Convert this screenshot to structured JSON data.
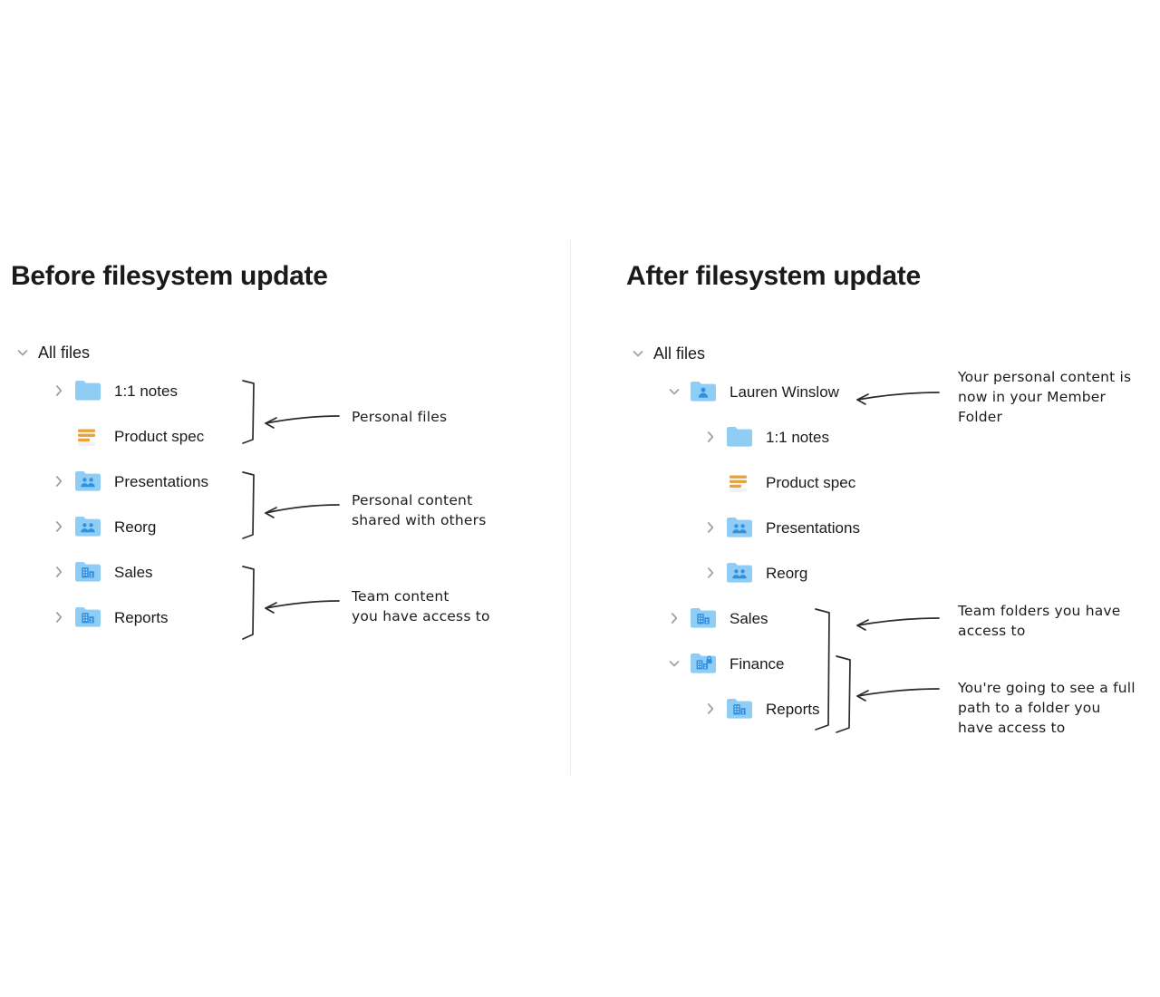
{
  "divider": {
    "color": "#eeeeee"
  },
  "colors": {
    "folder_blue": "#8fcdf4",
    "folder_glyph": "#2f8fe0",
    "paper_orange": "#e8a33d",
    "chevron_gray": "#9aa0a6",
    "text_dark": "#1a1a1a",
    "title_dark": "#1a1a1a",
    "annotation_ink": "#1c1c1c"
  },
  "before": {
    "title": "Before filesystem update",
    "tree": {
      "root_label": "All files",
      "root_state": "expanded",
      "items": [
        {
          "label": "1:1 notes",
          "icon": "folder-plain-icon",
          "chevron": "right",
          "indent": 1
        },
        {
          "label": "Product spec",
          "icon": "paper-doc-icon",
          "chevron": "none",
          "indent": 1
        },
        {
          "label": "Presentations",
          "icon": "folder-shared-icon",
          "chevron": "right",
          "indent": 1
        },
        {
          "label": "Reorg",
          "icon": "folder-shared-icon",
          "chevron": "right",
          "indent": 1
        },
        {
          "label": "Sales",
          "icon": "folder-team-icon",
          "chevron": "right",
          "indent": 1
        },
        {
          "label": "Reports",
          "icon": "folder-team-icon",
          "chevron": "right",
          "indent": 1
        }
      ]
    },
    "annotations": [
      {
        "text": "Personal files"
      },
      {
        "text": "Personal content\nshared with others"
      },
      {
        "text": "Team content\nyou have access to"
      }
    ]
  },
  "after": {
    "title": "After filesystem update",
    "tree": {
      "root_label": "All files",
      "root_state": "expanded",
      "items": [
        {
          "label": "Lauren Winslow",
          "icon": "folder-member-icon",
          "chevron": "down",
          "indent": 1
        },
        {
          "label": "1:1 notes",
          "icon": "folder-plain-icon",
          "chevron": "right",
          "indent": 2
        },
        {
          "label": "Product spec",
          "icon": "paper-doc-icon",
          "chevron": "none",
          "indent": 2
        },
        {
          "label": "Presentations",
          "icon": "folder-shared-icon",
          "chevron": "right",
          "indent": 2
        },
        {
          "label": "Reorg",
          "icon": "folder-shared-icon",
          "chevron": "right",
          "indent": 2
        },
        {
          "label": "Sales",
          "icon": "folder-team-icon",
          "chevron": "right",
          "indent": 1
        },
        {
          "label": "Finance",
          "icon": "folder-team-lock-icon",
          "chevron": "down",
          "indent": 1
        },
        {
          "label": "Reports",
          "icon": "folder-team-icon",
          "chevron": "right",
          "indent": 2
        }
      ]
    },
    "annotations": [
      {
        "text": "Your personal content is\nnow in your Member\nFolder"
      },
      {
        "text": "Team folders you have\naccess to"
      },
      {
        "text": "You're going to see a full\npath to a folder you\nhave access to"
      }
    ]
  }
}
